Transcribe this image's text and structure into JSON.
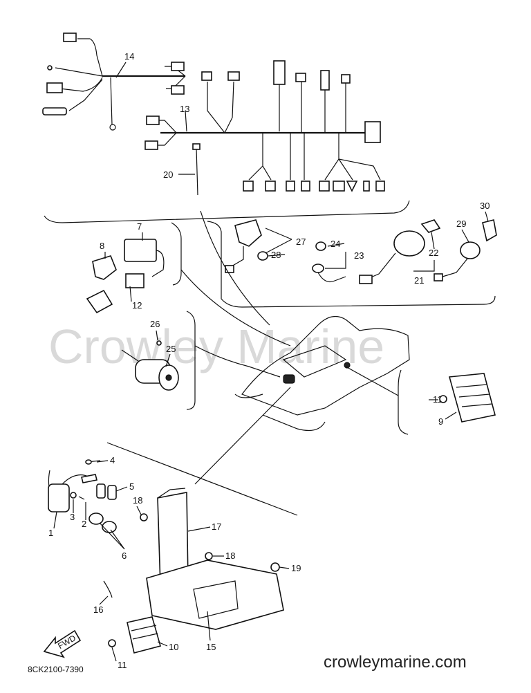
{
  "watermark": "Crowley Marine",
  "footer_url": "crowleymarine.com",
  "diagram_code": "8CK2100-7390",
  "fwd_label": "FWD",
  "callouts": [
    "1",
    "2",
    "3",
    "4",
    "5",
    "6",
    "7",
    "8",
    "9",
    "10",
    "11",
    "11",
    "12",
    "13",
    "14",
    "15",
    "16",
    "17",
    "18",
    "18",
    "19",
    "20",
    "21",
    "22",
    "23",
    "24",
    "25",
    "26",
    "27",
    "28",
    "29",
    "30"
  ]
}
